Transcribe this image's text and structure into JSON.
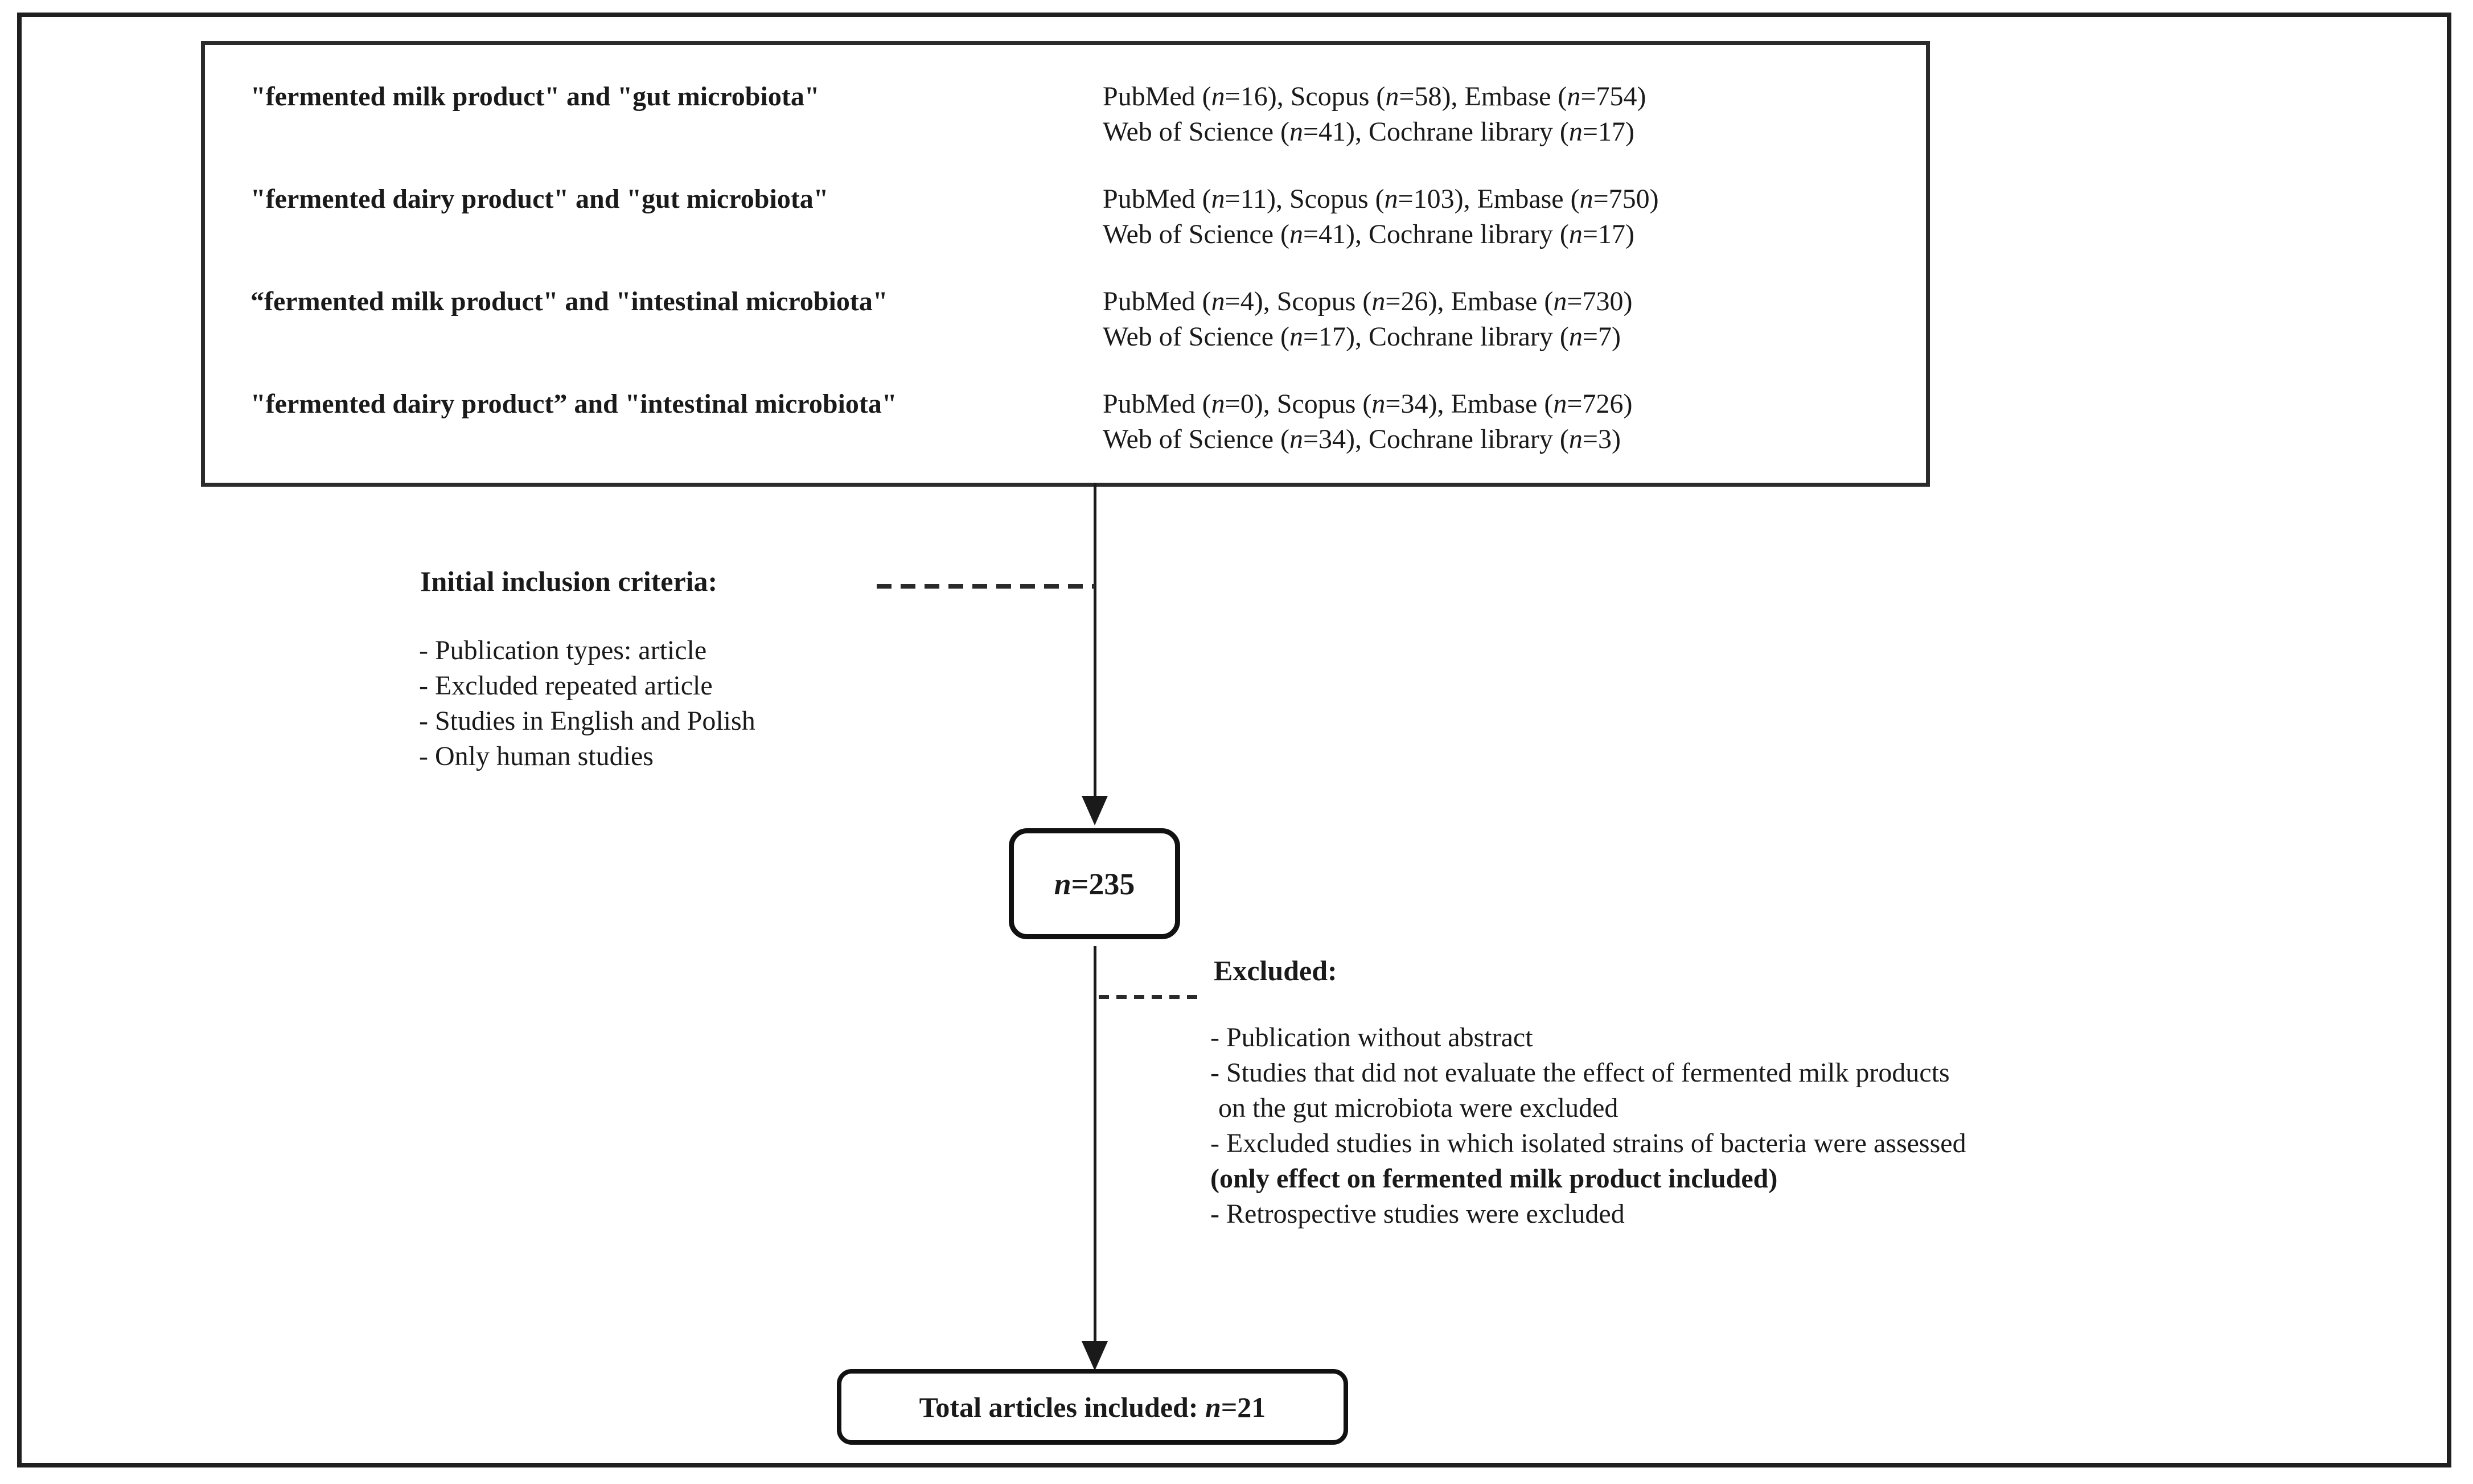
{
  "colors": {
    "ink": "#1a1a1a",
    "background": "#ffffff"
  },
  "figure": {
    "search_rows": [
      {
        "query": "\"fermented milk product\" and \"gut microbiota\"",
        "db_line1": "PubMed (n=16), Scopus (n=58), Embase (n=754)",
        "db_line2": "Web of Science (n=41), Cochrane library (n=17)"
      },
      {
        "query": "\"fermented dairy product\" and \"gut microbiota\"",
        "db_line1": "PubMed (n=11), Scopus (n=103), Embase (n=750)",
        "db_line2": "Web of Science (n=41), Cochrane library (n=17)"
      },
      {
        "query": "“fermented milk product\" and \"intestinal microbiota\"",
        "db_line1": "PubMed (n=4), Scopus (n=26), Embase (n=730)",
        "db_line2": "Web of Science (n=17), Cochrane library (n=7)"
      },
      {
        "query": "\"fermented dairy product” and \"intestinal microbiota\"",
        "db_line1": "PubMed (n=0), Scopus (n=34), Embase (n=726)",
        "db_line2": "Web of Science (n=34), Cochrane library (n=3)"
      }
    ],
    "inclusion": {
      "heading": "Initial inclusion criteria:",
      "items": [
        "- Publication types: article",
        "- Excluded repeated article",
        "- Studies in English and Polish",
        "- Only human studies"
      ]
    },
    "mid_box_label": "n=235",
    "exclusion": {
      "heading": "Excluded:",
      "items": [
        "- Publication without abstract",
        "- Studies that did not evaluate the effect of fermented milk products",
        "on the gut microbiota were excluded",
        "- Excluded studies in which isolated strains of bacteria were assessed",
        "(only effect on fermented milk product included)",
        "- Retrospective studies were excluded"
      ]
    },
    "total_box_label": "Total articles included: n=21"
  }
}
